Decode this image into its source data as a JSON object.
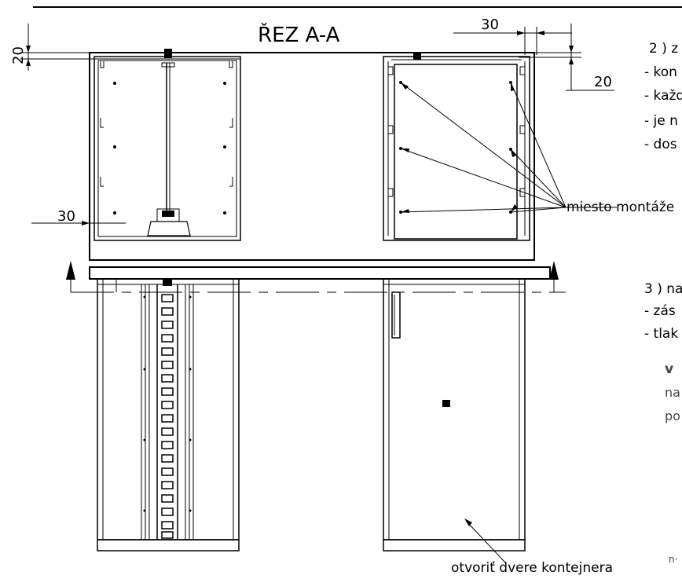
{
  "section_title": "ŘEZ A-A",
  "dimensions": {
    "top_left_height": "20",
    "top_right_width": "30",
    "top_right_height": "20",
    "left_inset": "30"
  },
  "notes": {
    "note2_lines": [
      "2 ) z",
      "- kon",
      "- každ",
      "- je n",
      "- dos"
    ],
    "mounting_label": "miesto montáže",
    "note3_lines": [
      "3 ) na",
      "- zás",
      "- tlak"
    ],
    "note_small_lines": [
      "v",
      "na",
      "po"
    ],
    "note_small_bottom": "n·",
    "door_label": "otvoriť dvere kontejnera"
  },
  "colors": {
    "line": "#000000",
    "note_grey": "#444444",
    "background": "#ffffff"
  }
}
